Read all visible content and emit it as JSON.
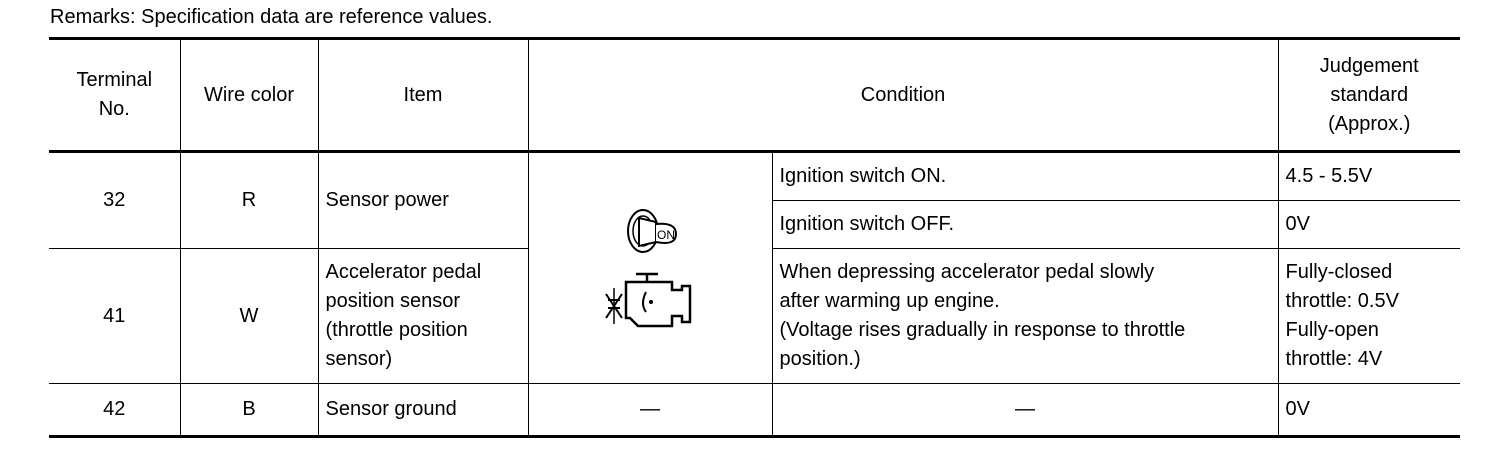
{
  "remarks": "Remarks: Specification data are reference values.",
  "headers": {
    "terminal": [
      "Terminal",
      "No."
    ],
    "wire_color": "Wire color",
    "item": "Item",
    "condition": "Condition",
    "judgement": [
      "Judgement",
      "standard",
      "(Approx.)"
    ]
  },
  "rows": {
    "r32": {
      "terminal": "32",
      "wire": "R",
      "item": "Sensor power",
      "cond1": "Ignition switch ON.",
      "val1": "4.5 - 5.5V",
      "cond2": "Ignition switch OFF.",
      "val2": "0V"
    },
    "r41": {
      "terminal": "41",
      "wire": "W",
      "item": [
        "Accelerator pedal",
        "position sensor",
        "(throttle position",
        "sensor)"
      ],
      "cond": [
        "When depressing accelerator pedal slowly",
        "after warming up engine.",
        "(Voltage rises gradually in response to throttle",
        "position.)"
      ],
      "val": [
        "Fully-closed",
        "throttle: 0.5V",
        "Fully-open",
        "throttle: 4V"
      ]
    },
    "r42": {
      "terminal": "42",
      "wire": "B",
      "item": "Sensor ground",
      "icon_dash": "—",
      "cond": "—",
      "val": "0V"
    }
  },
  "icons": {
    "ignition_key": "ignition-key-icon",
    "key_label": "ON",
    "engine": "engine-icon"
  }
}
